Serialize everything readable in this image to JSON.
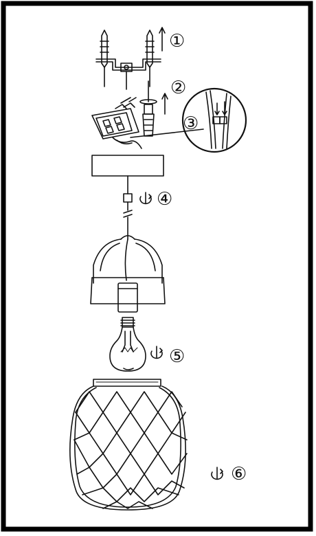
{
  "diagram": {
    "steps": [
      {
        "number": "①",
        "icon": "up-arrow-icon"
      },
      {
        "number": "②",
        "icon": "up-arrow-icon"
      },
      {
        "number": "③",
        "icon": "detail-callout"
      },
      {
        "number": "④",
        "icon": "rotate-icon"
      },
      {
        "number": "⑤",
        "icon": "rotate-icon"
      },
      {
        "number": "⑥",
        "icon": "rotate-icon"
      }
    ],
    "colors": {
      "line": "#111111",
      "frame": "#000000",
      "background": "#ffffff"
    }
  }
}
